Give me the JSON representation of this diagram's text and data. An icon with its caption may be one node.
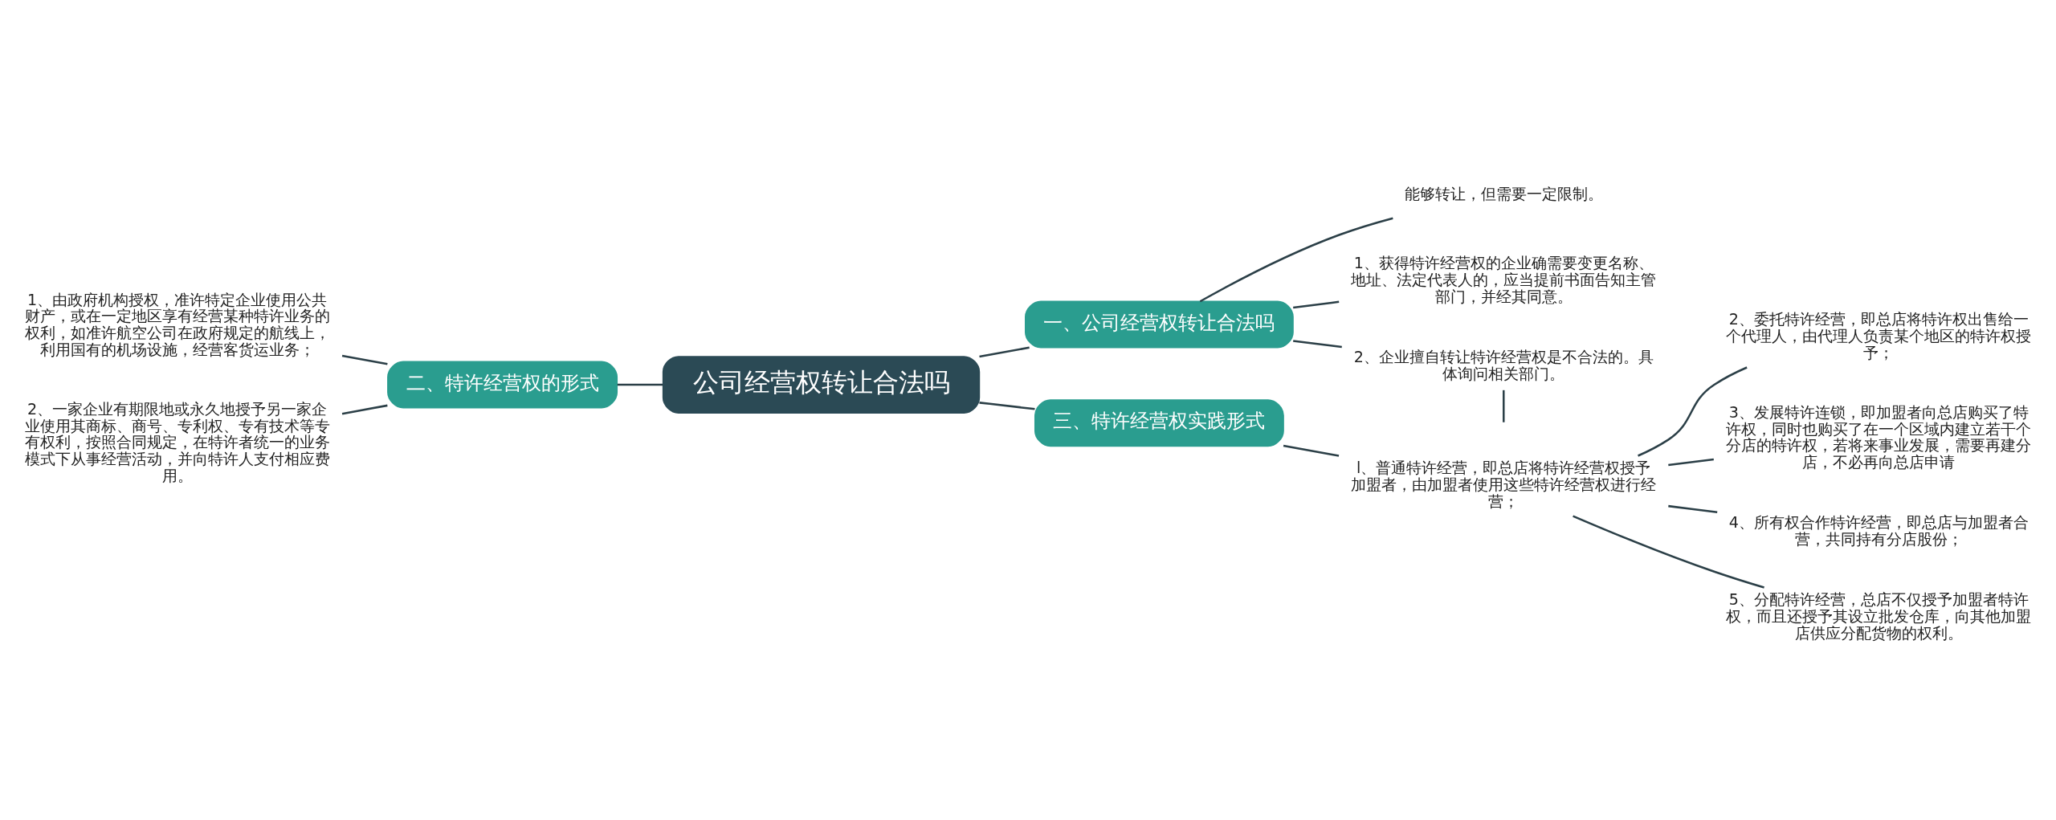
{
  "diagram": {
    "nodes": [
      {
        "text": [
          "公司经营权转让合法吗"
        ]
      },
      {
        "text": [
          "一、公司经营权转让合法吗"
        ]
      },
      {
        "text": [
          "能够转让，但需要一定限制。"
        ]
      },
      {
        "text": [
          "1、获得特许经营权的企业确需要变更名称、地址、法定代表人的，应当提前书面告知主管部门，并经其同意。"
        ]
      },
      {
        "text": [
          "2、企业擅自转让特许经营权是不合法的。具体询问相关部门。"
        ]
      },
      {
        "text": [
          "二、特许经营权的形式"
        ]
      },
      {
        "text": [
          "1、由政府机构授权，准许特定企业使用公共财产，或在一定地区享有经营某种特许业务的权利，如准许航空公司在政府规定的航线上，利用国有的机场设施，经营客货运业务；"
        ]
      },
      {
        "text": [
          "2、一家企业有期限地或永久地授予另一家企业使用其商标、商号、专利权、专有技术等专有权利，按照合同规定，在特许者统一的业务模式下从事经营活动，并向特许人支付相应费用。"
        ]
      },
      {
        "text": [
          "三、特许经营权实践形式"
        ]
      },
      {
        "text": [
          "l、普通特许经营，即总店将特许经营权授予加盟者，由加盟者使用这些特许经营权进行经营；"
        ]
      },
      {
        "text": [
          "2、委托特许经营，即总店将特许权出售给一个代理人，由代理人负责某个地区的特许权授予；"
        ]
      },
      {
        "text": [
          "3、发展特许连锁，即加盟者向总店购买了特许权，同时也购买了在一个区域内建立若干个分店的特许权，若将来事业发展，需要再建分店，不必再向总店申请"
        ]
      },
      {
        "text": [
          "4、所有权合作特许经营，即总店与加盟者合营，共同持有分店股份；"
        ]
      },
      {
        "text": [
          "5、分配特许经营，总店不仅授予加盟者特许权，而且还授予其设立批发仓库，向其他加盟店供应分配货物的权利。"
        ]
      }
    ],
    "edges": [
      {
        "from": 0,
        "to": 1,
        "arrow": "none"
      },
      {
        "from": 1,
        "to": 2,
        "arrow": "none"
      },
      {
        "from": 1,
        "to": 3,
        "arrow": "none"
      },
      {
        "from": 1,
        "to": 4,
        "arrow": "none"
      },
      {
        "from": 4,
        "to": null,
        "arrow": "none"
      },
      {
        "from": 5,
        "to": 0,
        "arrow": "none"
      },
      {
        "from": 6,
        "to": 5,
        "arrow": "none"
      },
      {
        "from": 7,
        "to": 5,
        "arrow": "none"
      },
      {
        "from": 0,
        "to": 8,
        "arrow": "none"
      },
      {
        "from": 8,
        "to": 9,
        "arrow": "none"
      },
      {
        "from": 9,
        "to": 10,
        "arrow": "none"
      },
      {
        "from": 9,
        "to": 11,
        "arrow": "none"
      },
      {
        "from": 9,
        "to": 12,
        "arrow": "none"
      },
      {
        "from": 9,
        "to": 13,
        "arrow": "none"
      }
    ]
  }
}
